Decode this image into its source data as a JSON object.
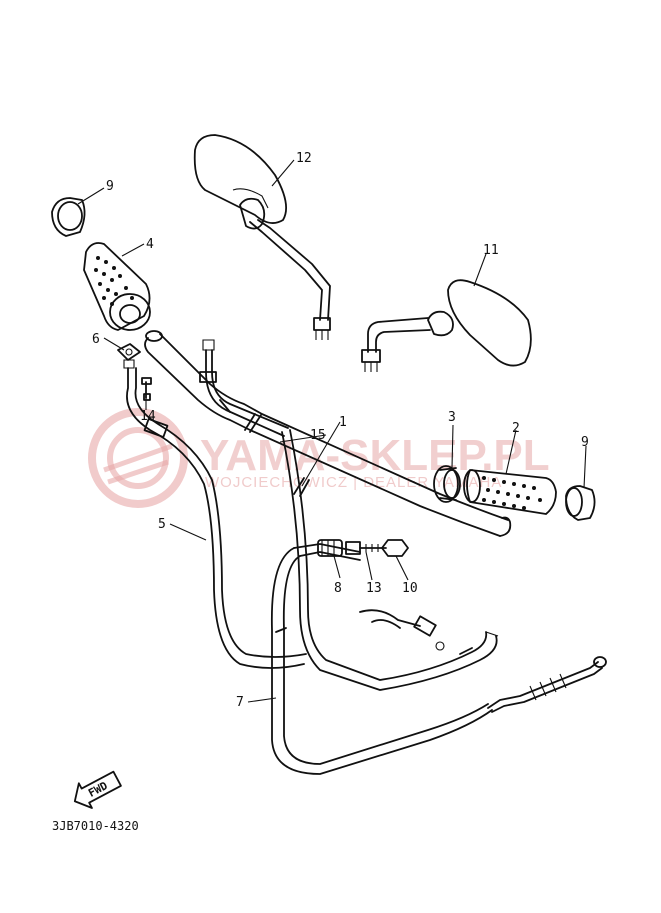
{
  "watermark": {
    "brand": "YAMA-SKLEP.PL",
    "subtitle": "WOJCIECHOWICZ | DEALER YAMAHA",
    "color": "#e7a9a9"
  },
  "diagram_code": "3JB7010-4320",
  "fwd_label": "FWD",
  "callouts": [
    {
      "id": "c1",
      "label": "1"
    },
    {
      "id": "c2",
      "label": "2"
    },
    {
      "id": "c3",
      "label": "3"
    },
    {
      "id": "c4",
      "label": "4"
    },
    {
      "id": "c5",
      "label": "5"
    },
    {
      "id": "c6",
      "label": "6"
    },
    {
      "id": "c7",
      "label": "7"
    },
    {
      "id": "c8",
      "label": "8"
    },
    {
      "id": "c9a",
      "label": "9"
    },
    {
      "id": "c9b",
      "label": "9"
    },
    {
      "id": "c10",
      "label": "10"
    },
    {
      "id": "c11",
      "label": "11"
    },
    {
      "id": "c12",
      "label": "12"
    },
    {
      "id": "c13",
      "label": "13"
    },
    {
      "id": "c14",
      "label": "14"
    },
    {
      "id": "c15",
      "label": "15"
    }
  ]
}
